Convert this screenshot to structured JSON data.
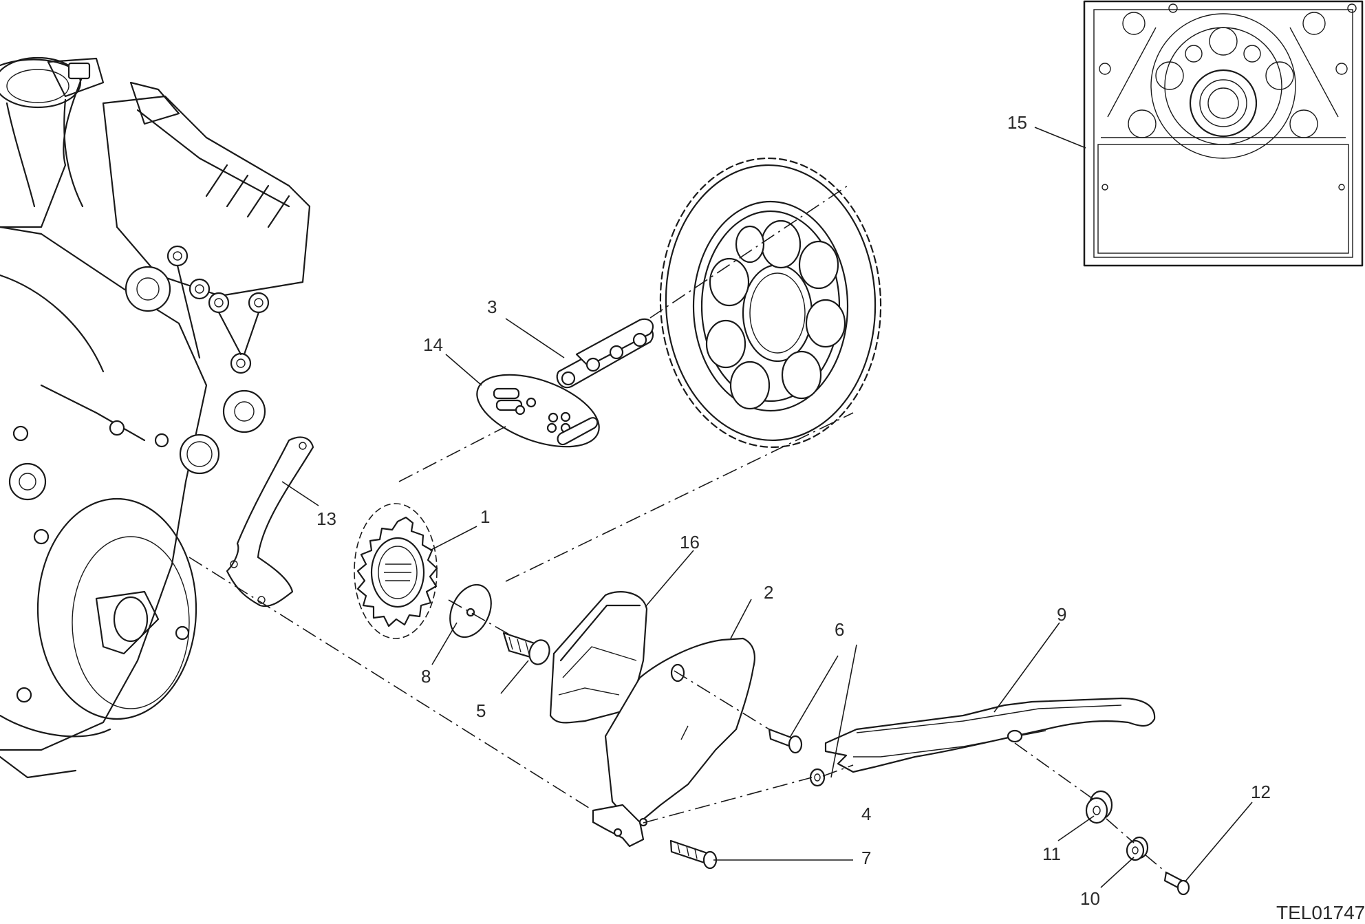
{
  "diagram": {
    "drawing_code": "TEL01747",
    "callouts": [
      {
        "id": "c1",
        "label": "1"
      },
      {
        "id": "c2",
        "label": "2"
      },
      {
        "id": "c3",
        "label": "3"
      },
      {
        "id": "c4",
        "label": "4"
      },
      {
        "id": "c5",
        "label": "5"
      },
      {
        "id": "c6",
        "label": "6"
      },
      {
        "id": "c7",
        "label": "7"
      },
      {
        "id": "c8",
        "label": "8"
      },
      {
        "id": "c9",
        "label": "9"
      },
      {
        "id": "c10",
        "label": "10"
      },
      {
        "id": "c11",
        "label": "11"
      },
      {
        "id": "c12",
        "label": "12"
      },
      {
        "id": "c13",
        "label": "13"
      },
      {
        "id": "c14",
        "label": "14"
      },
      {
        "id": "c15",
        "label": "15"
      },
      {
        "id": "c16",
        "label": "16"
      }
    ]
  }
}
